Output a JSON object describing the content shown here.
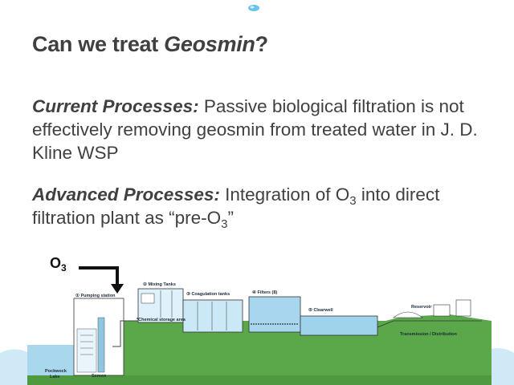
{
  "title": {
    "text": "Can we treat ",
    "emph": "Geosmin",
    "end": "?"
  },
  "current": {
    "lead": "Current Processes:",
    "text": " Passive biological filtration is not effectively removing geosmin from treated water in J. D. Kline WSP"
  },
  "advanced": {
    "lead": "Advanced Processes:",
    "text_a": " Integration of O",
    "sub_a": "3",
    "text_b": " into direct filtration plant as “pre-O",
    "sub_b": "3",
    "text_c": "”"
  },
  "diagram": {
    "o3_main": "O",
    "o3_sub": "3",
    "labels": {
      "pumping": "① Pumping station",
      "mixing": "② Mixing Tanks",
      "coag": "③ Coagulation tanks",
      "filters": "④ Filters (8)",
      "clearwell": "⑤ Clearwell",
      "reservoir": "Reservoir",
      "chemical": "*Chemical storage area",
      "transmission": "Transmission / Distribution",
      "lake_line1": "Pockwock",
      "lake_line2": "Lake",
      "screen": "Screen"
    }
  },
  "colors": {
    "ground": "#5aa84a",
    "water": "#9fd3ec",
    "accent_wave": "#bfe3f5"
  }
}
